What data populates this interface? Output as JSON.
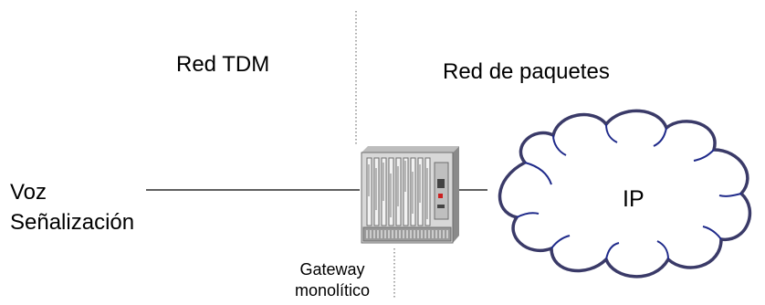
{
  "diagram": {
    "network_left_label": "Red TDM",
    "network_right_label": "Red de paquetes",
    "input_voice_label": "Voz",
    "input_signaling_label": "Señalización",
    "cloud_label": "IP",
    "device_label_line1": "Gateway",
    "device_label_line2": "monolítico"
  },
  "colors": {
    "line": "#000000",
    "divider": "#555555",
    "cloud_fill": "#ffffff",
    "cloud_outer_stroke": "#3a3a68",
    "cloud_inner_stroke": "#1f2a8a",
    "rack_body": "#d8d8d8",
    "rack_dark": "#6e6e6e",
    "rack_light": "#f2f2f2",
    "led_red": "#cc2020"
  },
  "icons": {
    "device": "gateway-rack-icon",
    "network": "cloud-icon"
  }
}
